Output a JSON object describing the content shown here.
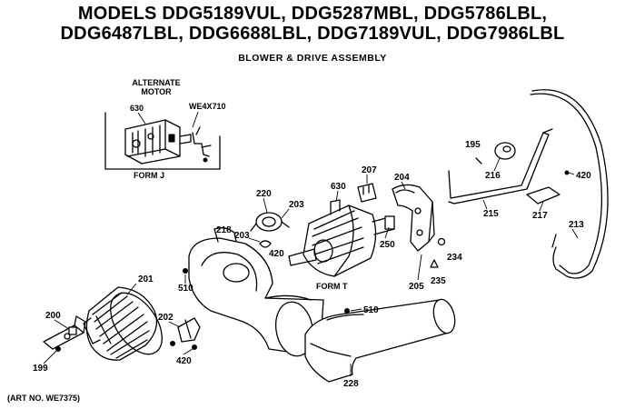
{
  "title": {
    "line1": "MODELS DDG5189VUL, DDG5287MBL, DDG5786LBL,",
    "line2": "DDG6487LBL, DDG6688LBL, DDG7189VUL, DDG7986LBL"
  },
  "subtitle": "BLOWER & DRIVE ASSEMBLY",
  "art_no": "(ART NO. WE7375)",
  "inset": {
    "heading1": "ALTERNATE",
    "heading2": "MOTOR",
    "form_label": "FORM J",
    "part_number": "WE4X710"
  },
  "form_t": "FORM T",
  "callouts": {
    "p630a": "630",
    "p630b": "630",
    "p195": "195",
    "p216": "216",
    "p420a": "420",
    "p420b": "420",
    "p420c": "420",
    "p207": "207",
    "p204": "204",
    "p220": "220",
    "p203a": "203",
    "p203b": "203",
    "p215": "215",
    "p217": "217",
    "p213": "213",
    "p218": "218",
    "p250": "250",
    "p234": "234",
    "p235": "235",
    "p205": "205",
    "p201": "201",
    "p510a": "510",
    "p510b": "510",
    "p200": "200",
    "p202": "202",
    "p199": "199",
    "p228": "228"
  }
}
